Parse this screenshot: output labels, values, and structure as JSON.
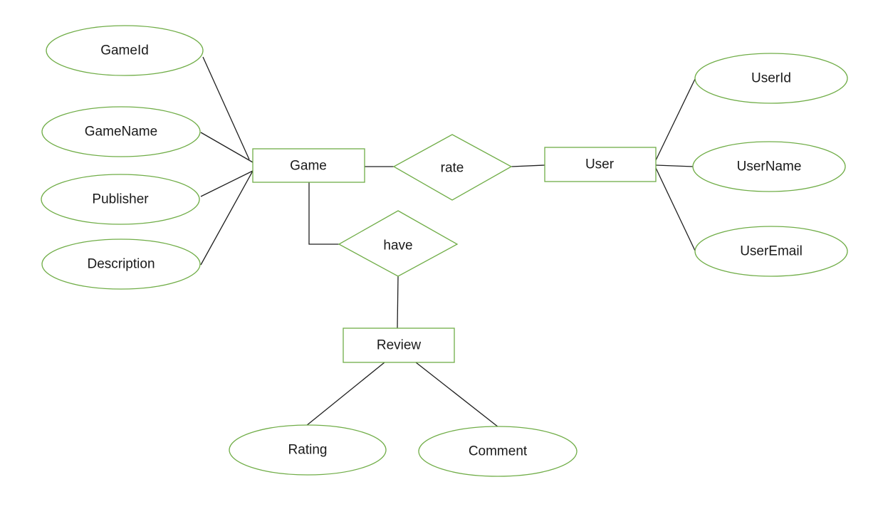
{
  "diagram": {
    "entities": {
      "game": "Game",
      "user": "User",
      "review": "Review"
    },
    "relationships": {
      "rate": "rate",
      "have": "have"
    },
    "attributes": {
      "game_id": "GameId",
      "game_name": "GameName",
      "publisher": "Publisher",
      "description": "Description",
      "user_id": "UserId",
      "user_name": "UserName",
      "user_email": "UserEmail",
      "rating": "Rating",
      "comment": "Comment"
    }
  }
}
